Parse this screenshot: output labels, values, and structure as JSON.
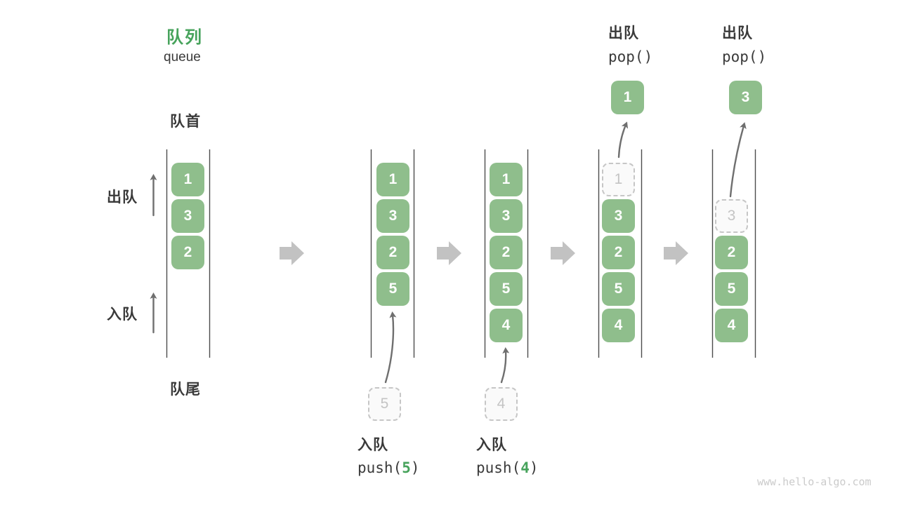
{
  "title": {
    "zh": "队列",
    "en": "queue"
  },
  "labels": {
    "front": "队首",
    "rear": "队尾",
    "dequeue_side": "出队",
    "enqueue_side": "入队"
  },
  "colors": {
    "accent_green": "#47a35c",
    "box_green": "#8fbe8c",
    "thin_arrow_grey": "#6f6f6f",
    "block_arrow_grey": "#c2c2c2",
    "ghost_grey": "#c4c4c4",
    "line_grey": "#4d4d4d",
    "text_dark": "#3a3a3a"
  },
  "columns": {
    "col1": {
      "b0": "1",
      "b1": "3",
      "b2": "2"
    },
    "col2": {
      "b0": "1",
      "b1": "3",
      "b2": "2",
      "b3": "5",
      "pending": "5"
    },
    "col3": {
      "b0": "1",
      "b1": "3",
      "b2": "2",
      "b3": "5",
      "b4": "4",
      "pending": "4"
    },
    "col4": {
      "ghost": "1",
      "b1": "3",
      "b2": "2",
      "b3": "5",
      "b4": "4",
      "popped": "1"
    },
    "col5": {
      "ghost": "3",
      "b2": "2",
      "b3": "5",
      "b4": "4",
      "popped": "3"
    }
  },
  "ops": {
    "push5": {
      "label": "入队",
      "prefix": "push(",
      "arg": "5",
      "suffix": ")"
    },
    "push4": {
      "label": "入队",
      "prefix": "push(",
      "arg": "4",
      "suffix": ")"
    },
    "pop1": {
      "label": "出队",
      "code": "pop()"
    },
    "pop2": {
      "label": "出队",
      "code": "pop()"
    }
  },
  "watermark": "www.hello-algo.com"
}
